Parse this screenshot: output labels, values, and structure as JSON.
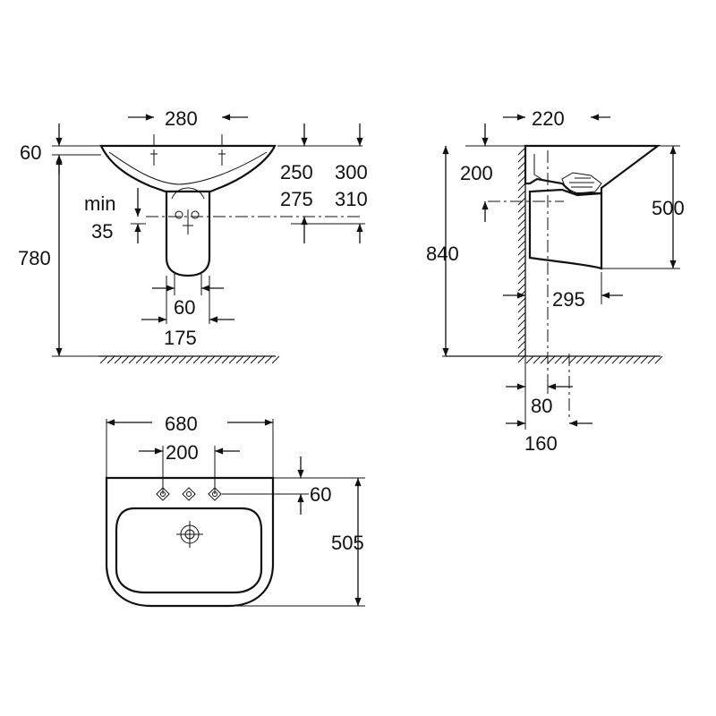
{
  "front_view": {
    "tap_spacing": "280",
    "rim_height": "60",
    "overall_height": "780",
    "overflow_label_min": "min",
    "overflow_label_value": "35",
    "waste_height_a1": "250",
    "waste_height_a2": "275",
    "waste_height_b1": "300",
    "waste_height_b2": "310",
    "pedestal_waste_width": "60",
    "pedestal_width": "175"
  },
  "side_view": {
    "top_projection": "220",
    "rim_offset": "200",
    "overall_height": "840",
    "bowl_depth": "500",
    "pedestal_projection": "295",
    "waste_offset_a": "80",
    "waste_offset_b": "160"
  },
  "top_view": {
    "overall_width": "680",
    "tap_hole_spacing": "200",
    "tap_hole_offset": "60",
    "overall_depth": "505"
  }
}
